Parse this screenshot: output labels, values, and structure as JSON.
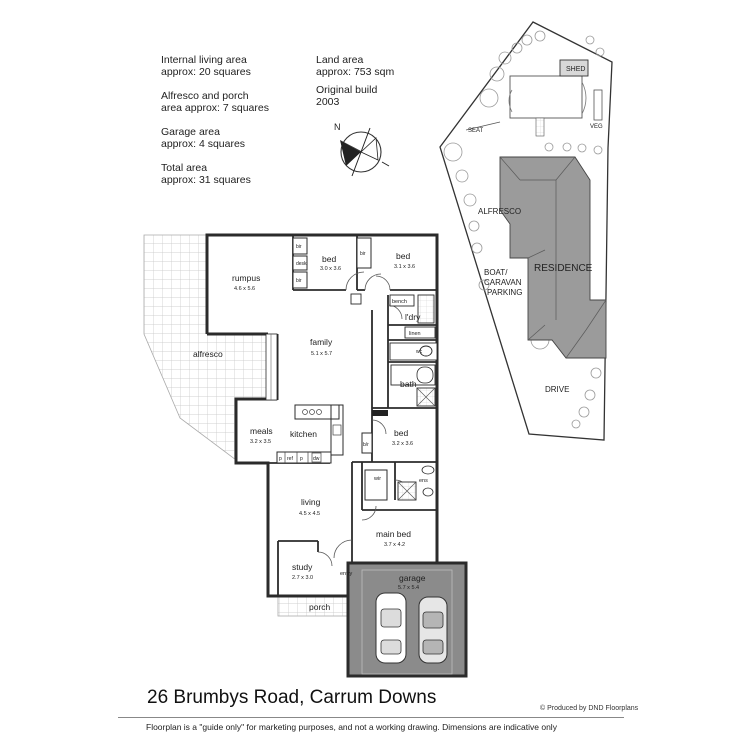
{
  "areas": {
    "internal_living_line1": "Internal living area",
    "internal_living_line2": "approx: 20 squares",
    "alfresco_porch_line1": "Alfresco and porch",
    "alfresco_porch_line2": "area approx: 7 squares",
    "garage_line1": "Garage area",
    "garage_line2": "approx: 4 squares",
    "total_line1": "Total area",
    "total_line2": "approx: 31 squares",
    "land_line1": "Land area",
    "land_line2": "approx: 753 sqm",
    "build_line1": "Original build",
    "build_line2": "2003"
  },
  "compass": {
    "north_letter": "N"
  },
  "site": {
    "shed": "SHED",
    "seat": "SEAT",
    "veg": "VEG",
    "alfresco": "ALFRESCO",
    "residence": "RESIDENCE",
    "boat_line1": "BOAT/",
    "boat_line2": "CARAVAN",
    "boat_line3": "PARKING",
    "drive": "DRIVE"
  },
  "rooms": {
    "rumpus": {
      "name": "rumpus",
      "dims": "4.6 x 5.6"
    },
    "bed1": {
      "name": "bed",
      "dims": "3.0 x 3.6"
    },
    "bed2": {
      "name": "bed",
      "dims": "3.1 x 3.6"
    },
    "family": {
      "name": "family",
      "dims": "5.1 x 5.7"
    },
    "alfresco": {
      "name": "alfresco"
    },
    "laundry": {
      "name": "l'dry"
    },
    "bench": "bench",
    "linen": "linen",
    "bath": {
      "name": "bath"
    },
    "meals": {
      "name": "meals",
      "dims": "3.2 x 3.5"
    },
    "kitchen": {
      "name": "kitchen"
    },
    "bed3": {
      "name": "bed",
      "dims": "3.2 x 3.6"
    },
    "living": {
      "name": "living",
      "dims": "4.5 x 4.5"
    },
    "main_bed": {
      "name": "main bed",
      "dims": "3.7 x 4.2"
    },
    "study": {
      "name": "study",
      "dims": "2.7 x 3.0"
    },
    "entry": "entry",
    "porch": {
      "name": "porch"
    },
    "garage": {
      "name": "garage",
      "dims": "5.7 x 5.4"
    },
    "wir": "wir",
    "ens": "ens",
    "wc": "wc",
    "bir": "bir",
    "bir_short": "b/r",
    "desk": "desk",
    "pantry": "p",
    "fridge": "ref",
    "dw": "dw"
  },
  "footer": {
    "address": "26 Brumbys Road, Carrum Downs",
    "credit": "Produced by DND Floorplans",
    "disclaimer": "Floorplan is a  \"guide only\" for marketing purposes, and not a working drawing.  Dimensions are indicative only"
  },
  "colors": {
    "wall": "#2b2b2b",
    "residence_roof": "#9a9a9a",
    "garage_floor": "#8a8a8a",
    "alfresco_grid": "#bdbdbd"
  }
}
